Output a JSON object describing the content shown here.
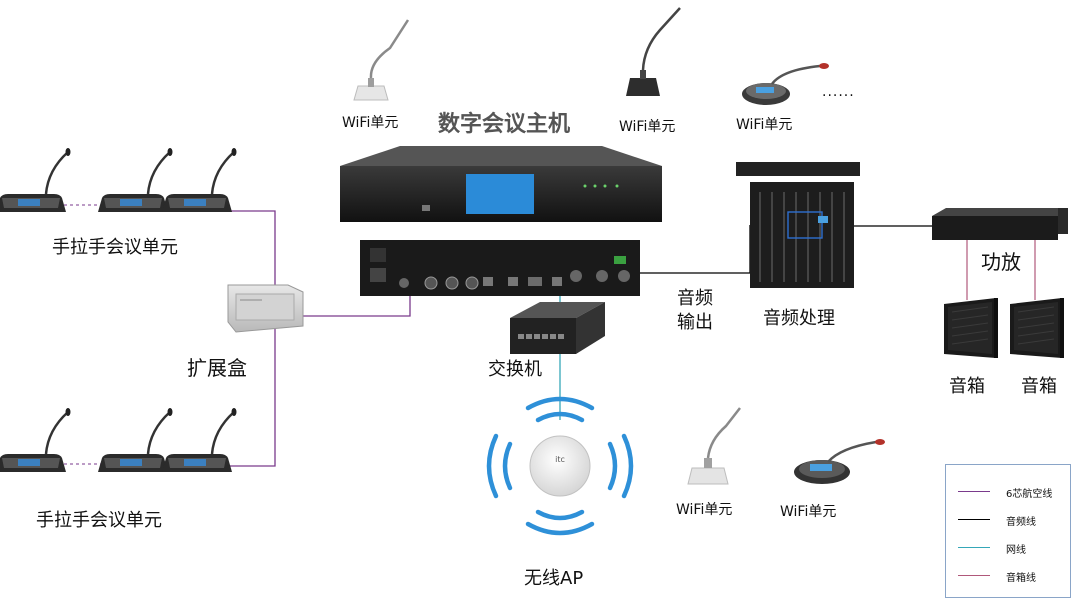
{
  "title": "数字会议主机",
  "labels": {
    "wifi_unit": "WiFi单元",
    "dots": "......",
    "handheld_unit": "手拉手会议单元",
    "expansion_box": "扩展盒",
    "audio_output_line1": "音频",
    "audio_output_line2": "输出",
    "audio_processing": "音频处理",
    "amplifier": "功放",
    "speaker": "音箱",
    "switch": "交换机",
    "wireless_ap": "无线AP"
  },
  "legend": {
    "items": [
      {
        "label": "6芯航空线",
        "color": "#7a3a8c"
      },
      {
        "label": "音频线",
        "color": "#000000"
      },
      {
        "label": "网线",
        "color": "#35a7b8"
      },
      {
        "label": "音箱线",
        "color": "#b0587a"
      }
    ]
  },
  "colors": {
    "aviation_line": "#7a3a8c",
    "audio_line": "#000000",
    "network_line": "#35a7b8",
    "speaker_line": "#b0587a",
    "host_screen": "#2b8bd8",
    "ap_waves": "#2e90d8"
  }
}
